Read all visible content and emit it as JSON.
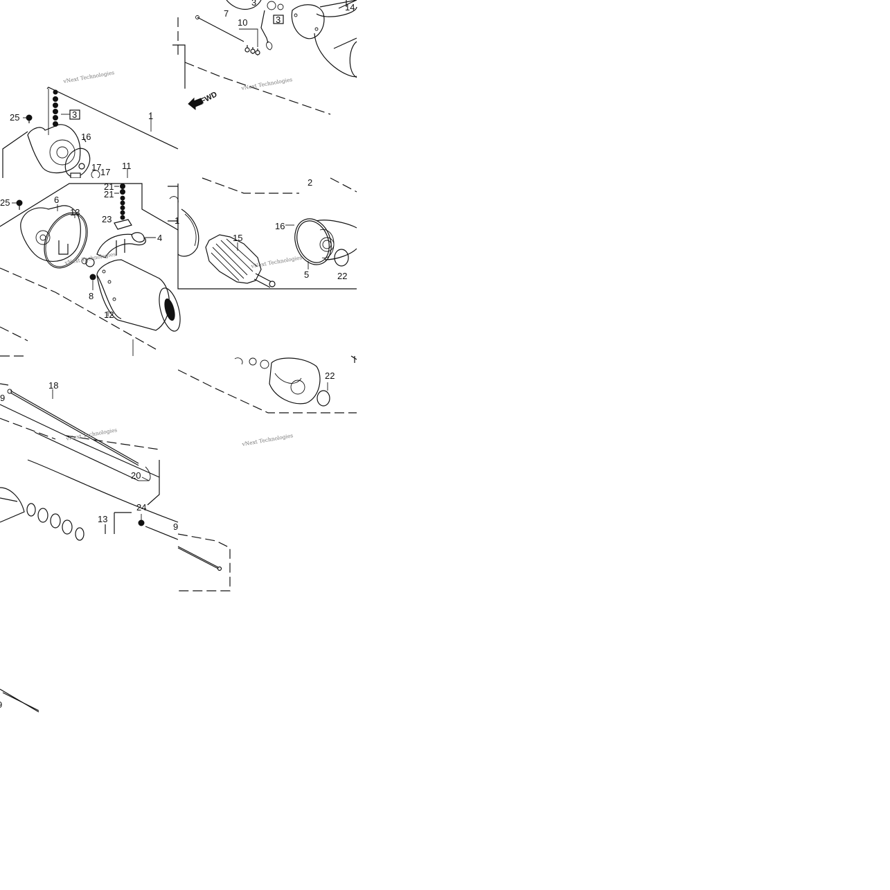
{
  "watermark": "vNext Technologies",
  "fwd_label": "FWD",
  "tiles": {
    "tile_top_right": {
      "callouts": [
        "7",
        "10",
        "3",
        "3",
        "14"
      ]
    },
    "tile_left_upper": {
      "callouts": [
        "25",
        "3",
        "1",
        "16",
        "17",
        "17",
        "11"
      ]
    },
    "tile_center": {
      "callouts": [
        "25",
        "6",
        "13",
        "21",
        "21",
        "23",
        "4",
        "8",
        "12"
      ]
    },
    "tile_right_mid": {
      "callouts": [
        "2",
        "16",
        "15",
        "5",
        "22",
        "1"
      ]
    },
    "tile_right_lower": {
      "callouts": [
        "22"
      ]
    },
    "tile_left_lower": {
      "callouts": [
        "18",
        "9",
        "20",
        "13",
        "24",
        "9"
      ]
    },
    "tile_bottom_left": {
      "callouts": [
        "9"
      ]
    }
  }
}
